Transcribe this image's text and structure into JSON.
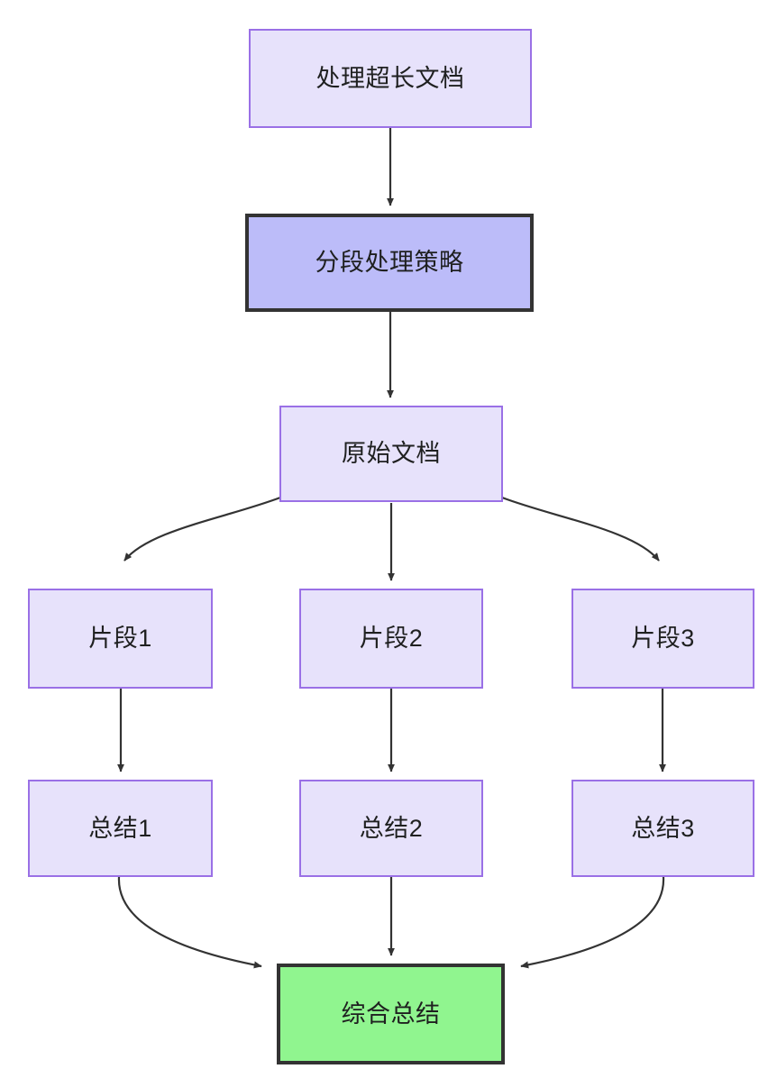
{
  "diagram": {
    "type": "flowchart",
    "direction": "top-to-bottom",
    "background_color": "#ffffff",
    "edge_color": "#333333",
    "palette": {
      "node_fill": "#e7e2fb",
      "node_border": "#9a70e6",
      "highlight_fill": "#bcbcf9",
      "highlight_border": "#333333",
      "success_fill": "#90f58f",
      "success_border": "#333333",
      "text_color": "#1f2020"
    },
    "nodes": {
      "root": {
        "label": "处理超长文档",
        "style": "normal"
      },
      "strategy": {
        "label": "分段处理策略",
        "style": "highlight"
      },
      "source": {
        "label": "原始文档",
        "style": "normal"
      },
      "fragment1": {
        "label": "片段1",
        "style": "normal"
      },
      "fragment2": {
        "label": "片段2",
        "style": "normal"
      },
      "fragment3": {
        "label": "片段3",
        "style": "normal"
      },
      "summary1": {
        "label": "总结1",
        "style": "normal"
      },
      "summary2": {
        "label": "总结2",
        "style": "normal"
      },
      "summary3": {
        "label": "总结3",
        "style": "normal"
      },
      "final": {
        "label": "综合总结",
        "style": "success"
      }
    },
    "edges": [
      {
        "from": "root",
        "to": "strategy",
        "shape": "straight",
        "label": ""
      },
      {
        "from": "strategy",
        "to": "source",
        "shape": "straight",
        "label": ""
      },
      {
        "from": "source",
        "to": "fragment1",
        "shape": "curved",
        "label": ""
      },
      {
        "from": "source",
        "to": "fragment2",
        "shape": "straight",
        "label": ""
      },
      {
        "from": "source",
        "to": "fragment3",
        "shape": "curved",
        "label": ""
      },
      {
        "from": "fragment1",
        "to": "summary1",
        "shape": "straight",
        "label": ""
      },
      {
        "from": "fragment2",
        "to": "summary2",
        "shape": "straight",
        "label": ""
      },
      {
        "from": "fragment3",
        "to": "summary3",
        "shape": "straight",
        "label": ""
      },
      {
        "from": "summary1",
        "to": "final",
        "shape": "curved",
        "label": ""
      },
      {
        "from": "summary2",
        "to": "final",
        "shape": "straight",
        "label": ""
      },
      {
        "from": "summary3",
        "to": "final",
        "shape": "curved",
        "label": ""
      }
    ]
  }
}
